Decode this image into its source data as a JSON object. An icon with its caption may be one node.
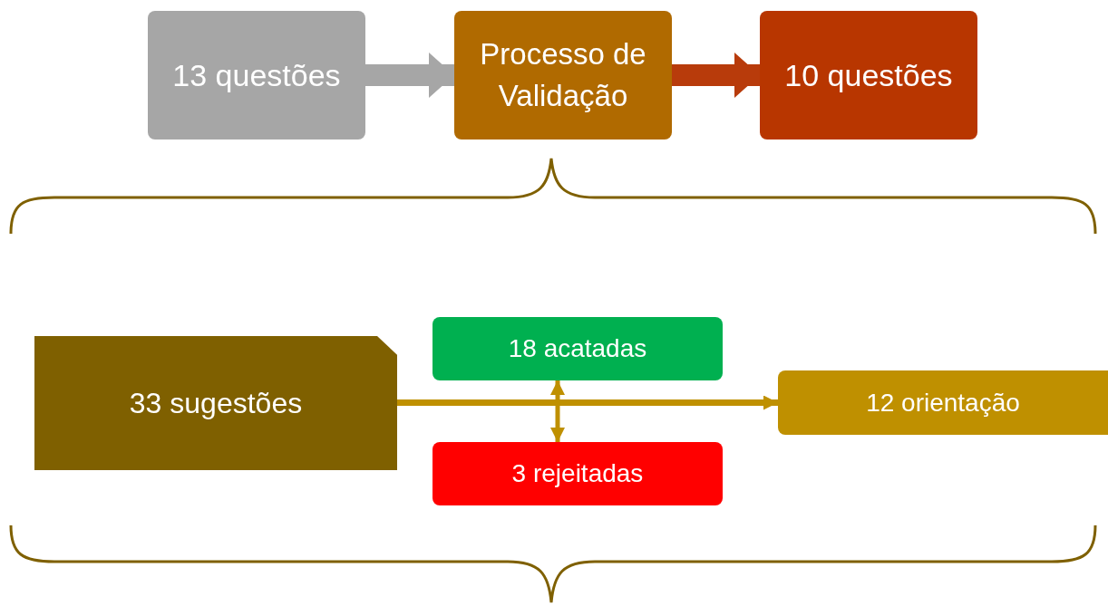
{
  "diagram": {
    "nodes": [
      {
        "text": [
          "13 questões"
        ]
      },
      {
        "text": [
          "Processo de Validação"
        ]
      },
      {
        "text": [
          "10 questões"
        ]
      },
      {
        "text": [
          "33 sugestões"
        ]
      },
      {
        "text": [
          "18 acatadas"
        ]
      },
      {
        "text": [
          "3 rejeitadas"
        ]
      },
      {
        "text": [
          "12 orientação"
        ]
      }
    ],
    "edges": [
      {
        "from": 0,
        "to": 1,
        "arrow": "to",
        "style": "thick",
        "color": "#a6a6a6"
      },
      {
        "from": 1,
        "to": 2,
        "arrow": "to",
        "style": "thick",
        "color": "#b83b0b"
      },
      {
        "from": 3,
        "to": 6,
        "arrow": "to"
      },
      {
        "from": 4,
        "to": 5,
        "arrow": "both"
      }
    ]
  }
}
